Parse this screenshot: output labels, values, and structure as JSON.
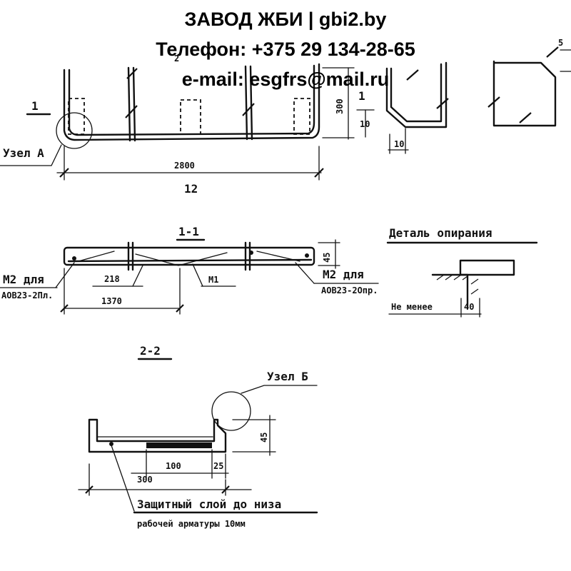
{
  "header": {
    "line1": "ЗАВОД ЖБИ | gbi2.by",
    "line2": "Телефон: +375 29 134-28-65",
    "line3": "e-mail: esgfrs@mail.ru"
  },
  "plan": {
    "section_mark": "1",
    "node_a": "Узел А",
    "dim_length": "2800",
    "dim_height": "300",
    "dim_small": "10",
    "label_below": "12",
    "mark_top": "2",
    "mark_right": "1"
  },
  "end_views": {
    "dim_side": "10",
    "dim_top": "5"
  },
  "section_1_1": {
    "title": "1-1",
    "dim_height": "45",
    "left_note_1": "М2 для",
    "left_note_2": "АОВ2З-2Пл.",
    "right_note_1": "М2 для",
    "right_note_2": "АОВ2З-2Опр.",
    "dim_218": "218",
    "dim_1370": "1370",
    "mark_m1": "М1"
  },
  "support_detail": {
    "title": "Деталь опирания",
    "note": "Не менее",
    "dim": "40"
  },
  "section_2_2": {
    "title": "2-2",
    "node_b": "Узел Б",
    "dim_45": "45",
    "dim_100": "100",
    "dim_25": "25",
    "dim_300": "300",
    "note_line1": "Защитный слой до низа",
    "note_line2": "рабочей арматуры 10мм"
  }
}
